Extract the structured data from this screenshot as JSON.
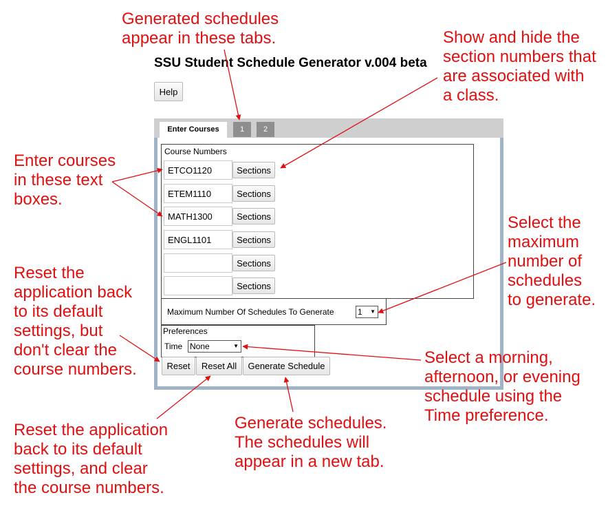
{
  "app": {
    "title": "SSU Student Schedule Generator v.004 beta",
    "help_label": "Help"
  },
  "tabs": {
    "enter_courses": "Enter Courses",
    "tab1": "1",
    "tab2": "2"
  },
  "course_numbers": {
    "legend": "Course Numbers",
    "rows": [
      {
        "value": "ETCO1120",
        "sections_label": "Sections"
      },
      {
        "value": "ETEM1110",
        "sections_label": "Sections"
      },
      {
        "value": "MATH1300",
        "sections_label": "Sections"
      },
      {
        "value": "ENGL1101",
        "sections_label": "Sections"
      },
      {
        "value": "",
        "sections_label": "Sections"
      },
      {
        "value": "",
        "sections_label": "Sections"
      }
    ]
  },
  "max_schedules": {
    "label": "Maximum Number Of Schedules To Generate",
    "selected": "1"
  },
  "preferences": {
    "legend": "Preferences",
    "time_label": "Time",
    "time_selected": "None"
  },
  "actions": {
    "reset": "Reset",
    "reset_all": "Reset All",
    "generate": "Generate Schedule"
  },
  "annotations": {
    "tabs_note": "Generated schedules\nappear in these tabs.",
    "sections_note": "Show and hide the\nsection numbers that\nare associated with\na class.",
    "courses_note": "Enter courses\nin these text\nboxes.",
    "reset_note": "Reset the\napplication back\nto its default\nsettings, but\ndon't clear the\ncourse numbers.",
    "max_note": "Select the\nmaximum\nnumber of\nschedules\nto generate.",
    "time_note": "Select a morning,\nafternoon, or evening\nschedule using the\nTime preference.",
    "reset_all_note": "Reset the application\nback to its default\nsettings, and clear\nthe course numbers.",
    "generate_note": "Generate schedules.\nThe schedules will\nappear in a new tab."
  },
  "colors": {
    "annotation": "#e01010",
    "frame": "#9fb3c9",
    "tab_inactive": "#8e8e8e"
  }
}
